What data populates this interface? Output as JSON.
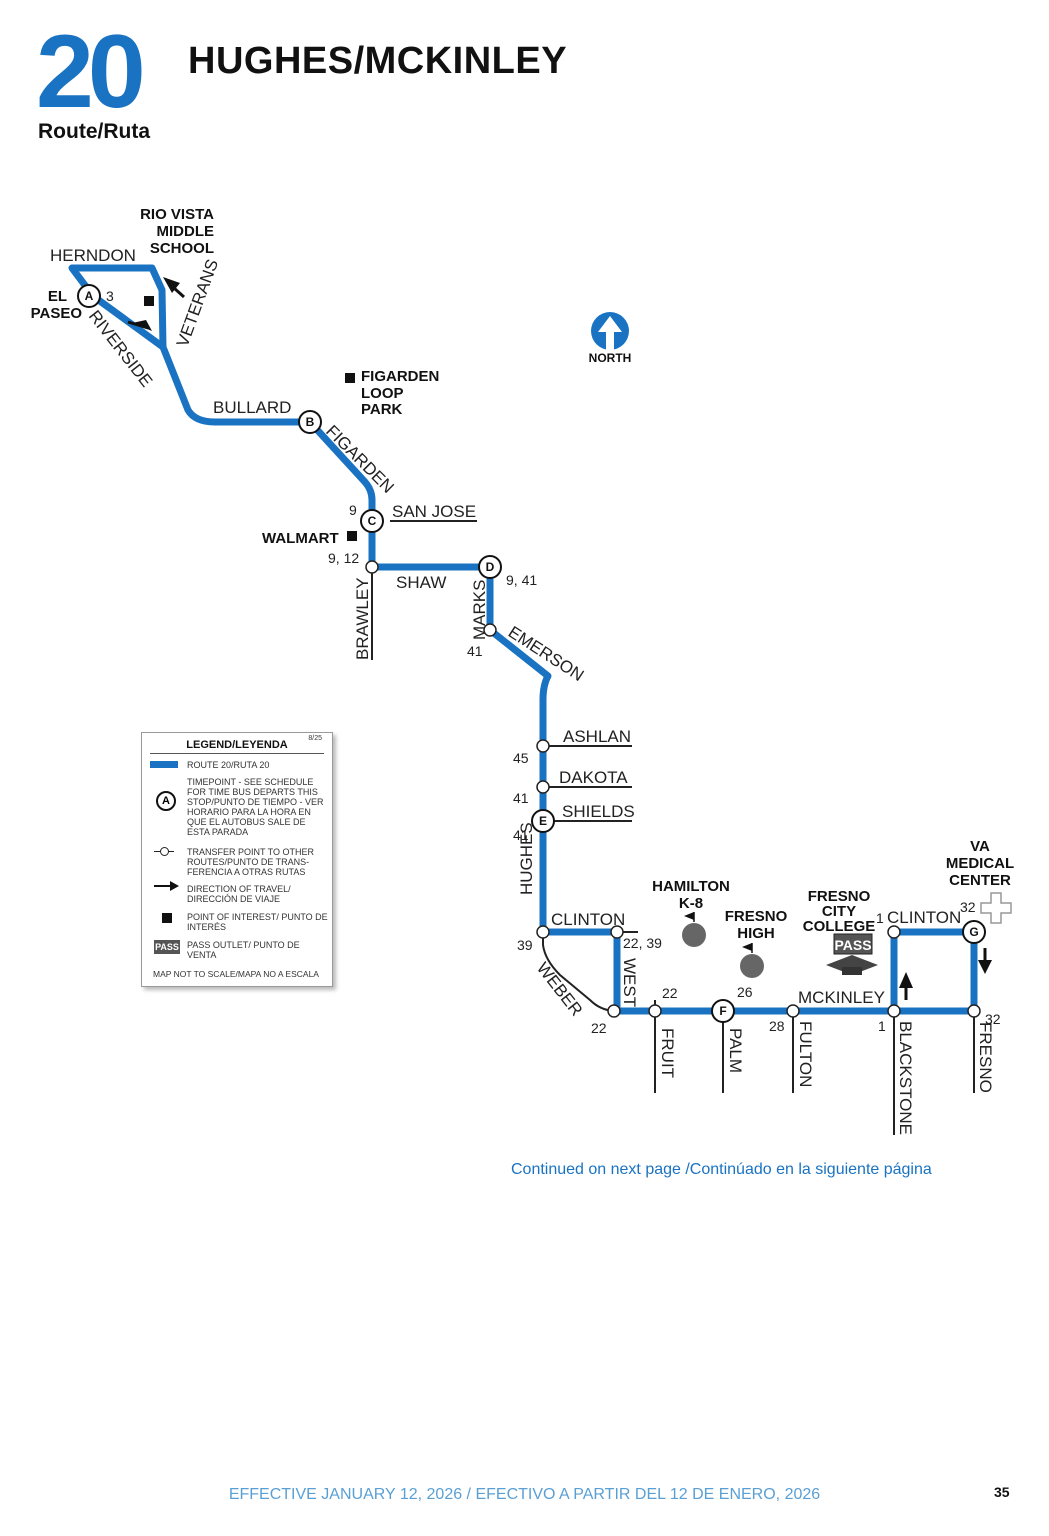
{
  "header": {
    "route_number": "20",
    "route_label": "Route/Ruta",
    "title": "HUGHES/MCKINLEY"
  },
  "colors": {
    "route": "#1a73c2",
    "text": "#111111",
    "footer": "#5a9fd4"
  },
  "streets": {
    "herndon": "HERNDON",
    "veterans": "VETERANS",
    "riverside": "RIVERSIDE",
    "bullard": "BULLARD",
    "figarden": "FIGARDEN",
    "san_jose": "SAN JOSE",
    "shaw": "SHAW",
    "brawley": "BRAWLEY",
    "marks": "MARKS",
    "emerson": "EMERSON",
    "ashlan": "ASHLAN",
    "dakota": "DAKOTA",
    "shields": "SHIELDS",
    "hughes": "HUGHES",
    "clinton_west": "CLINTON",
    "weber": "WEBER",
    "west": "WEST",
    "fruit": "FRUIT",
    "palm": "PALM",
    "fulton": "FULTON",
    "mckinley": "MCKINLEY",
    "clinton_east": "CLINTON",
    "blackstone": "BLACKSTONE",
    "fresno": "FRESNO"
  },
  "points_of_interest": {
    "rio_vista": [
      "RIO VISTA",
      "MIDDLE",
      "SCHOOL"
    ],
    "el_paseo": [
      "EL",
      "PASEO"
    ],
    "figarden_loop": [
      "FIGARDEN",
      "LOOP",
      "PARK"
    ],
    "walmart": "WALMART",
    "hamilton": [
      "HAMILTON",
      "K-8"
    ],
    "fresno_high": [
      "FRESNO",
      "HIGH"
    ],
    "fresno_city_college": [
      "FRESNO",
      "CITY",
      "COLLEGE"
    ],
    "va_medical": [
      "VA",
      "MEDICAL",
      "CENTER"
    ],
    "pass_label": "PASS"
  },
  "north_label": "NORTH",
  "timepoints": {
    "a": "A",
    "b": "B",
    "c": "C",
    "d": "D",
    "e": "E",
    "f": "F",
    "g": "G"
  },
  "transfers": {
    "a": "3",
    "c": "9",
    "shaw_brawley": "9, 12",
    "d": "9, 41",
    "marks": "41",
    "ashlan": "45",
    "dakota": "41",
    "shields": "41",
    "clinton_hughes": "39",
    "clinton_west": "22, 39",
    "weber_west": "22",
    "fruit": "22",
    "palm": "26",
    "fulton": "28",
    "blackstone_clinton": "1",
    "blackstone_mckinley": "1",
    "g": "32",
    "fresno_mckinley": "32"
  },
  "legend": {
    "title": "LEGEND/LEYENDA",
    "date": "8/25",
    "route": "ROUTE 20/RUTA 20",
    "timepoint_symbol": "A",
    "timepoint": "TIMEPOINT - SEE SCHEDULE FOR TIME BUS DEPARTS THIS STOP/PUNTO DE TIEMPO - VER HORARIO PARA LA HORA EN QUE EL AUTOBUS SALE DE ESTA PARADA",
    "transfer": "TRANSFER POINT TO OTHER ROUTES/PUNTO DE TRANS- FERENCIA A OTRAS RUTAS",
    "direction": "DIRECTION OF TRAVEL/ DIRECCIÓN DE VIAJE",
    "poi": "POINT OF INTEREST/ PUNTO DE INTERÉS",
    "pass_symbol": "PASS",
    "pass": "PASS OUTLET/ PUNTO DE VENTA",
    "scale_note": "MAP NOT TO SCALE/MAPA NO A ESCALA"
  },
  "continued": "Continued on next page /Continúado en la siguiente página",
  "effective": "EFFECTIVE JANUARY 12, 2026 / EFECTIVO A PARTIR DEL 12 DE ENERO, 2026",
  "page_number": "35"
}
